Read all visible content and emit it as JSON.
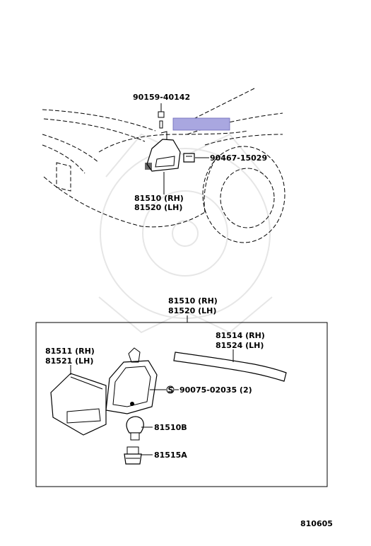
{
  "diagram_id": "810605",
  "labels": {
    "bolt": "90159-40142",
    "clip": "90467-15029",
    "lamp_rh_top": "81510 (RH)",
    "lamp_lh_top": "81520 (LH)",
    "lamp_rh_box": "81510 (RH)",
    "lamp_lh_box": "81520 (LH)",
    "lens_rh": "81511 (RH)",
    "lens_lh": "81521 (LH)",
    "gasket_rh": "81514 (RH)",
    "gasket_lh": "81524 (LH)",
    "screw_symbol": "S",
    "screw": "90075-02035 (2)",
    "bulb": "81510B",
    "socket": "81515A"
  },
  "highlight_color": "#a9a7e0"
}
